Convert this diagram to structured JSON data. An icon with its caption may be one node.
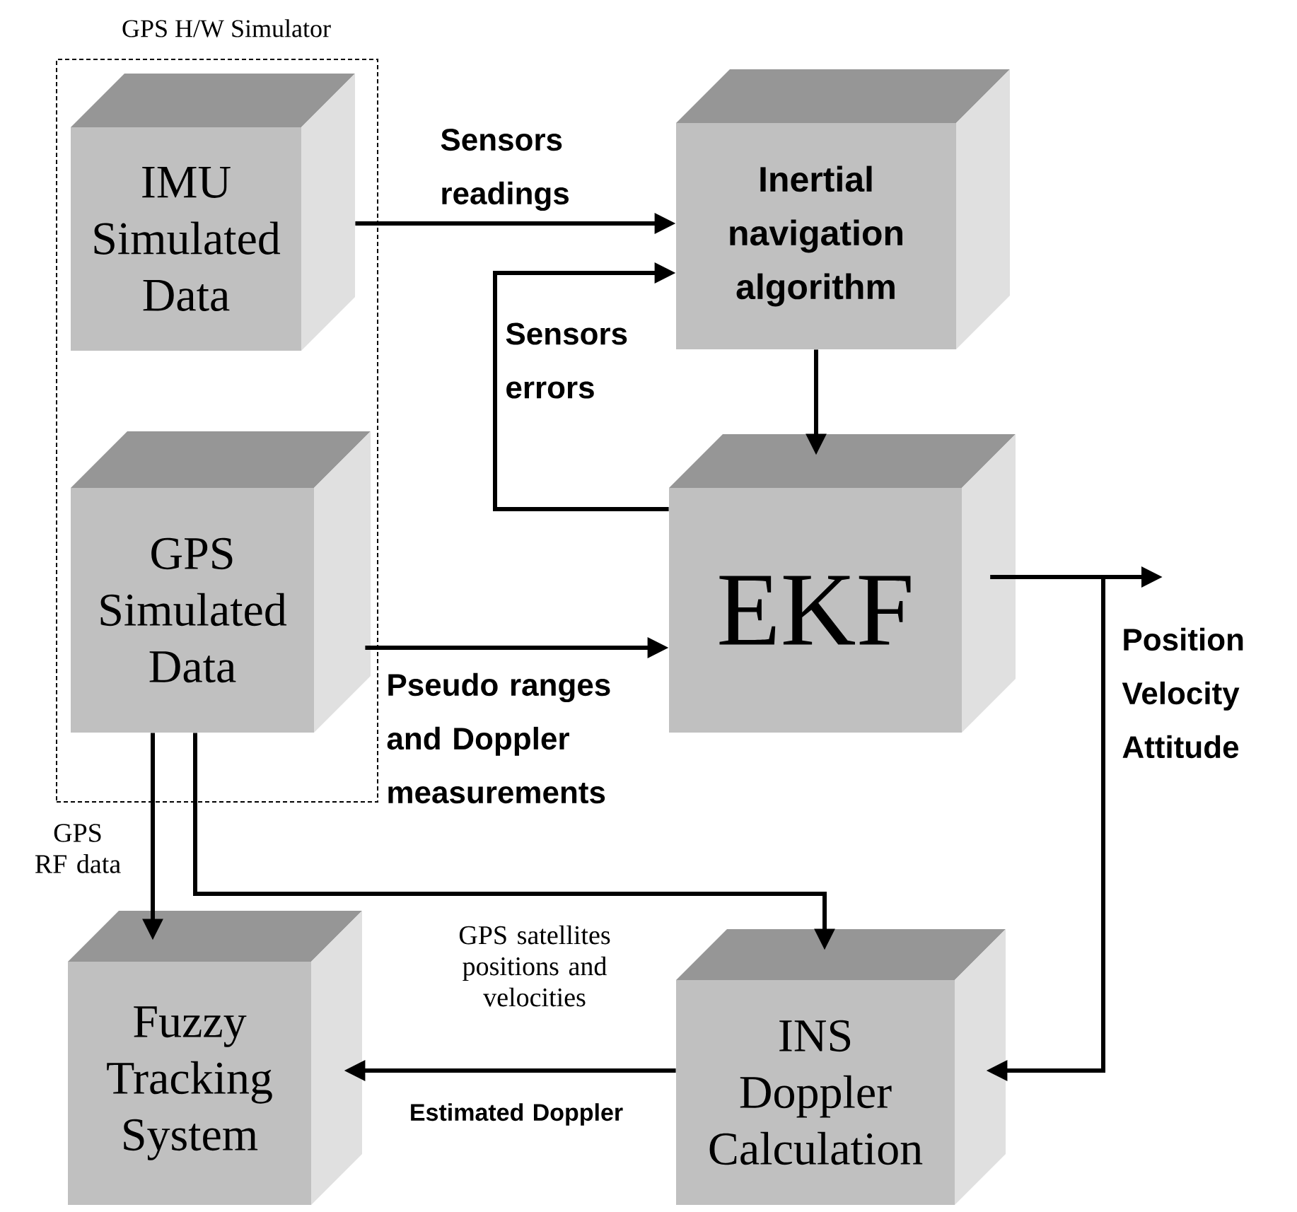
{
  "diagram": {
    "nodes": [
      {
        "text": [
          "GPS H/W Simulator"
        ]
      },
      {
        "text": [
          "IMU Simulated Data"
        ],
        "in": 0
      },
      {
        "text": [
          "GPS Simulated Data"
        ],
        "in": 0
      },
      {
        "text": [
          "Inertial navigation algorithm"
        ]
      },
      {
        "text": [
          "EKF"
        ]
      },
      {
        "text": [
          "Fuzzy Tracking System"
        ]
      },
      {
        "text": [
          "INS Doppler Calculation"
        ]
      }
    ],
    "edges": [
      {
        "from": 1,
        "to": 3,
        "arrow": "to",
        "label": "Sensors readings"
      },
      {
        "from": 4,
        "to": 3,
        "arrow": "to",
        "label": "Sensors errors"
      },
      {
        "from": 3,
        "to": 4,
        "arrow": "to"
      },
      {
        "from": 2,
        "to": 4,
        "arrow": "to",
        "label": "Pseudo ranges and Doppler measurements"
      },
      {
        "from": 2,
        "to": 5,
        "arrow": "to",
        "label": "GPS RF data"
      },
      {
        "from": 2,
        "to": 6,
        "arrow": "to",
        "label": "GPS satellites positions and velocities"
      },
      {
        "from": 4,
        "to": null,
        "arrow": "to",
        "label": "Position Velocity Attitude"
      },
      {
        "from": 4,
        "to": 6,
        "arrow": "to"
      },
      {
        "from": 6,
        "to": 5,
        "arrow": "to",
        "label": "Estimated Doppler"
      }
    ]
  }
}
